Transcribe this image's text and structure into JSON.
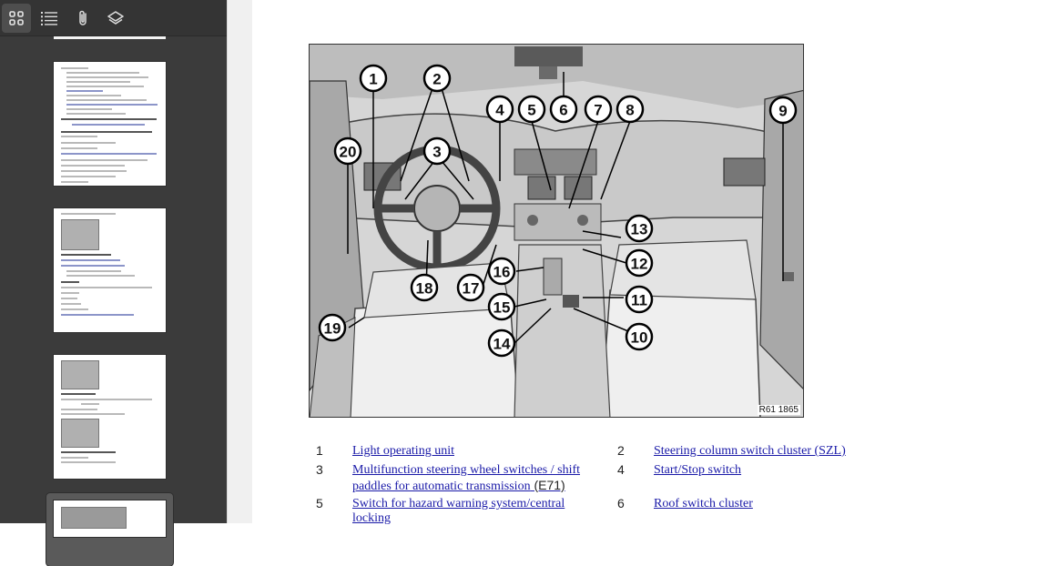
{
  "sidebar": {
    "tools": [
      {
        "name": "thumbnails-view",
        "icon": "grid-icon",
        "active": true
      },
      {
        "name": "outline-view",
        "icon": "list-icon",
        "active": false
      },
      {
        "name": "attachments-view",
        "icon": "paperclip-icon",
        "active": false
      },
      {
        "name": "layers-view",
        "icon": "layers-icon",
        "active": false
      }
    ]
  },
  "figure": {
    "reference": "R61 1865",
    "callouts": [
      "1",
      "2",
      "3",
      "4",
      "5",
      "6",
      "7",
      "8",
      "9",
      "10",
      "11",
      "12",
      "13",
      "14",
      "15",
      "16",
      "17",
      "18",
      "19",
      "20"
    ]
  },
  "legend": [
    {
      "num": "1",
      "text": "Light operating unit",
      "suffix": ""
    },
    {
      "num": "2",
      "text": "Steering column switch cluster (SZL)",
      "suffix": ""
    },
    {
      "num": "3",
      "text": "Multifunction steering wheel switches / shift paddles for automatic transmission",
      "suffix": " (E71)"
    },
    {
      "num": "4",
      "text": "Start/Stop switch",
      "suffix": ""
    },
    {
      "num": "5",
      "text": "Switch for hazard warning system/central locking",
      "suffix": ""
    },
    {
      "num": "6",
      "text": "Roof switch cluster",
      "suffix": ""
    }
  ]
}
